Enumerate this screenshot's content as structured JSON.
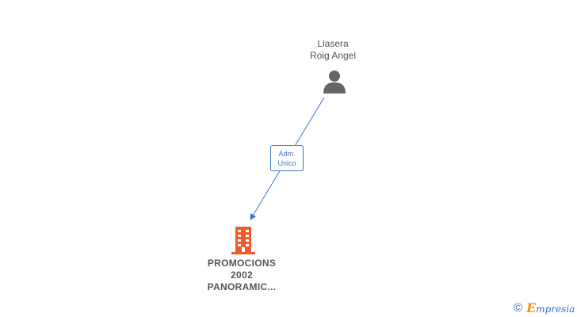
{
  "person": {
    "name_line1": "Llasera",
    "name_line2": "Roig Angel",
    "icon": "person-icon"
  },
  "relation": {
    "line1": "Adm.",
    "line2": "Unico",
    "color": "#3a78c9"
  },
  "company": {
    "name_line1": "PROMOCIONS",
    "name_line2": "2002",
    "name_line3": "PANORAMIC...",
    "icon": "building-icon",
    "color": "#f15a29"
  },
  "footer": {
    "copyright": "©",
    "brand_first": "E",
    "brand_rest": "mpresia"
  }
}
